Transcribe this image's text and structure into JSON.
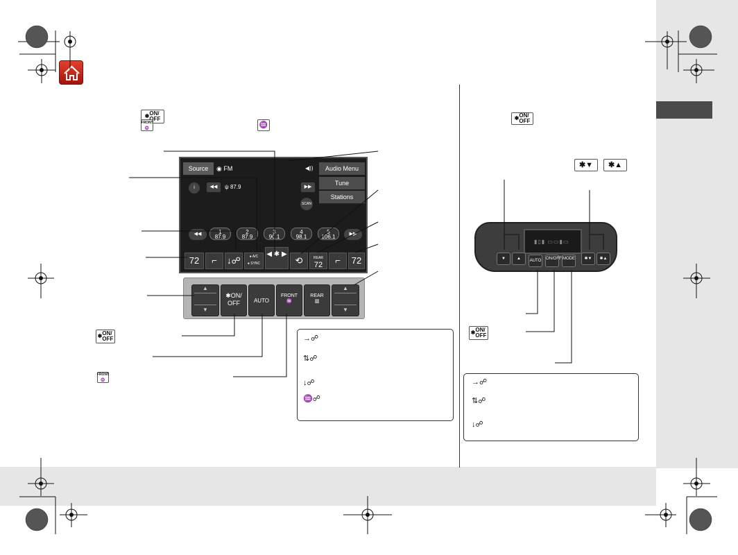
{
  "screen": {
    "source_label": "Source",
    "band_label": "FM",
    "frequency": "87.9",
    "menu_items": [
      "Audio Menu",
      "Tune",
      "Stations"
    ],
    "scan_label": "SCAN",
    "presets": [
      {
        "num": "1",
        "freq": "87.9"
      },
      {
        "num": "2",
        "freq": "87.9"
      },
      {
        "num": "3",
        "freq": "90.1"
      },
      {
        "num": "4",
        "freq": "98.1"
      },
      {
        "num": "5",
        "freq": "106.1"
      }
    ],
    "temp_driver": "72",
    "temp_passenger": "72",
    "temp_rear": "72",
    "rear_label": "REAR",
    "ac_label": "A/C",
    "sync_label": "SYNC"
  },
  "physical": {
    "fan_on_label": "ON/\nOFF",
    "auto_label": "AUTO",
    "front_label": "FRONT",
    "rear_label": "REAR"
  },
  "rear_panel": {
    "auto_label": "AUTO",
    "fan_on_label": "ON/OFF",
    "mode_label": "MODE"
  },
  "icons": {
    "fan_on_off": "ON/\nOFF",
    "front_defrost": "FRONT"
  },
  "colors": {
    "home": "#c0221a",
    "sidebar": "#e6e6e6",
    "sidetab": "#4a4a4a",
    "screen_bg": "#1c1c1c"
  }
}
